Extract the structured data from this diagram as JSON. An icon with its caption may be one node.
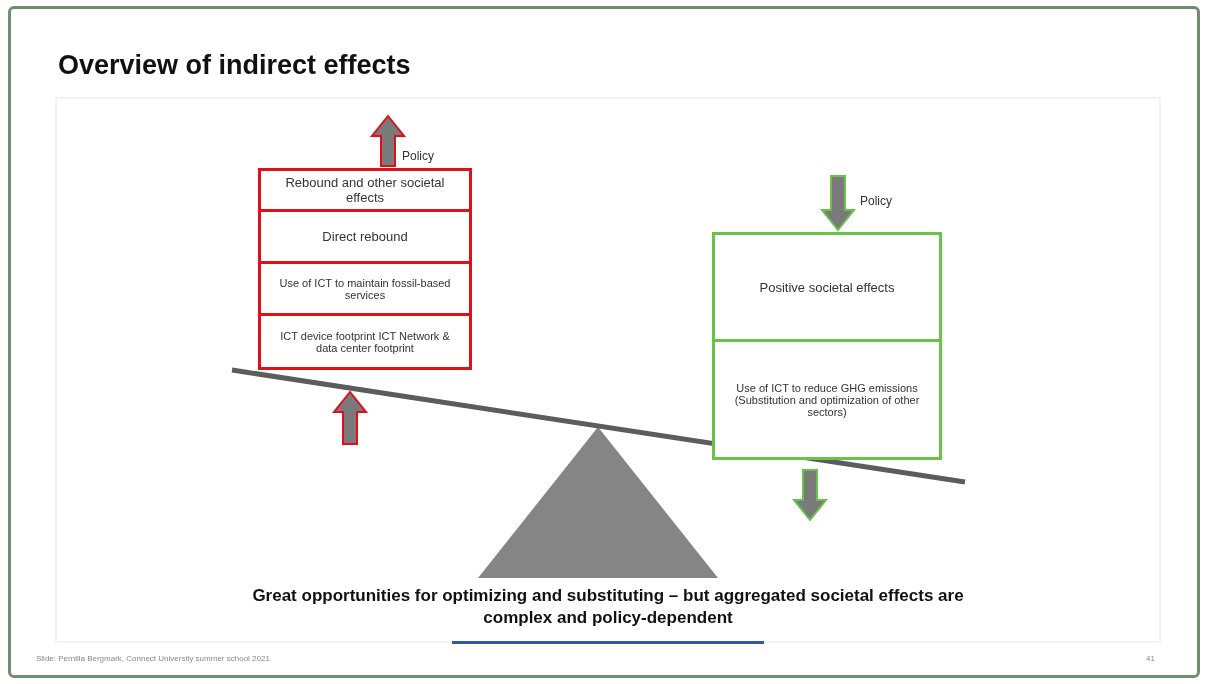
{
  "diagram": {
    "title": "Overview of indirect effects",
    "caption": "Great opportunities for optimizing and substituting – but aggregated societal effects are complex and policy-dependent",
    "nodes": [
      {
        "text": [
          "Rebound and other societal effects"
        ]
      },
      {
        "text": [
          "Direct rebound"
        ]
      },
      {
        "text": [
          "Use of ICT to maintain fossil-based services"
        ]
      },
      {
        "text": [
          "ICT device footprint ICT Network & data center footprint"
        ]
      },
      {
        "text": [
          "Positive societal effects"
        ]
      },
      {
        "text": [
          "Use of ICT to reduce GHG emissions (Substitution and optimization of other sectors)"
        ]
      }
    ],
    "edges": [],
    "labels": [
      "Policy",
      "Policy",
      "Slide: Pernilla Bergmark, Connect University summer school 2021",
      "41"
    ]
  }
}
